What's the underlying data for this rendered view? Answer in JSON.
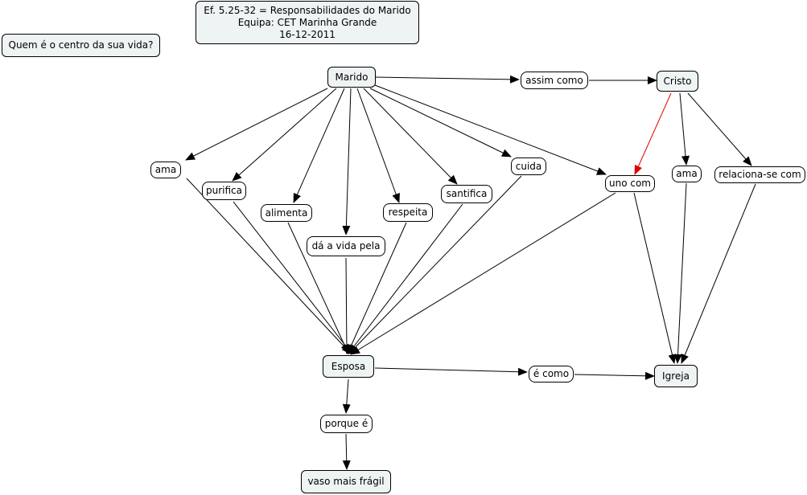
{
  "header": {
    "line1": "Ef. 5.25-32 = Responsabilidades do Marido",
    "line2": "Equipa: CET Marinha Grande",
    "line3": "16-12-2011"
  },
  "question": "Quem é o centro da sua vida?",
  "concepts": {
    "marido": "Marido",
    "cristo": "Cristo",
    "esposa": "Esposa",
    "igreja": "Igreja",
    "vaso_mais_fragil": "vaso mais frágil"
  },
  "links": {
    "assim_como": "assim como",
    "ama_marido": "ama",
    "purifica": "purifica",
    "alimenta": "alimenta",
    "da_a_vida_pela": "dá a vida pela",
    "respeita": "respeita",
    "santifica": "santifica",
    "cuida": "cuida",
    "uno_com": "uno com",
    "ama_cristo": "ama",
    "relaciona_se_com": "relaciona-se com",
    "e_como": "é como",
    "porque_e": "porque é"
  },
  "colors": {
    "concept_fill": "#eef3f4",
    "line": "#000000",
    "highlight_line": "#e00000"
  }
}
